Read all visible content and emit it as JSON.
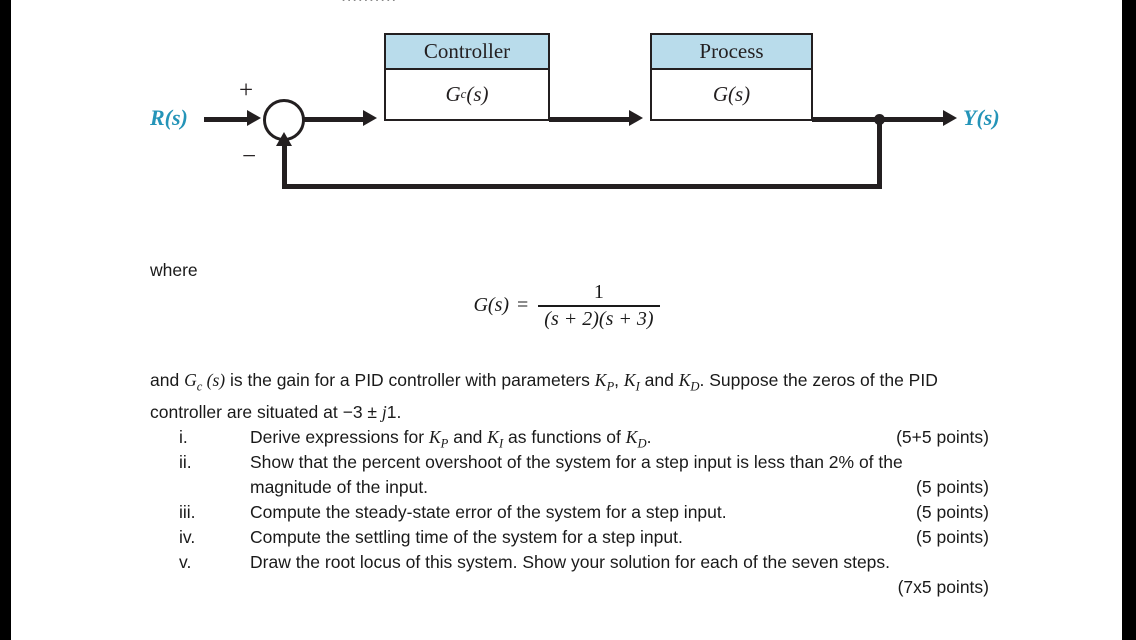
{
  "top_cropped_sliver": "..........",
  "diagram": {
    "input_label": "R(s)",
    "output_label": "Y(s)",
    "sum_plus": "+",
    "sum_minus": "−",
    "controller": {
      "header": "Controller",
      "transfer_fn": "G",
      "transfer_fn_sub": "c",
      "transfer_fn_arg": "(s)"
    },
    "process": {
      "header": "Process",
      "transfer_fn": "G",
      "transfer_fn_arg": "(s)"
    },
    "colors": {
      "block_header_fill": "#b9dceb",
      "line": "#231f20",
      "signal_label": "#2494b8"
    }
  },
  "body": {
    "where_label": "where",
    "formula": {
      "lhs": "G(s)",
      "equals": "=",
      "numerator": "1",
      "denominator_left": "(s + 2)",
      "denominator_right": "(s + 3)"
    },
    "paragraph": {
      "part1": "and ",
      "gc": "G",
      "gc_sub": "c",
      "gc_arg": " (s)",
      "part2": " is the gain for a PID controller with parameters ",
      "kp": "K",
      "kp_sub": "P",
      "comma": ", ",
      "ki": "K",
      "ki_sub": "I",
      "and": " and ",
      "kd": "K",
      "kd_sub": "D",
      "part3": ". Suppose the zeros of the PID controller are situated at −3 ± ",
      "j": "j",
      "part4": "1."
    }
  },
  "questions": [
    {
      "numeral": "i.",
      "lines": [
        {
          "pre": "Derive expressions for ",
          "sym1": "K",
          "sub1": "P",
          "mid": " and ",
          "sym2": "K",
          "sub2": "I",
          "post": " as functions of ",
          "sym3": "K",
          "sub3": "D",
          "tail": "."
        }
      ],
      "points": "(5+5 points)",
      "points_on_line": 0
    },
    {
      "numeral": "ii.",
      "lines": [
        {
          "plain": "Show that the percent overshoot of the system for a step input is less than 2% of the"
        },
        {
          "plain": "magnitude of the input."
        }
      ],
      "points": "(5 points)",
      "points_on_line": 1
    },
    {
      "numeral": "iii.",
      "lines": [
        {
          "plain": "Compute the steady-state error of the system for a step input."
        }
      ],
      "points": "(5 points)",
      "points_on_line": 0
    },
    {
      "numeral": "iv.",
      "lines": [
        {
          "plain": "Compute the settling time of the system for a step input."
        }
      ],
      "points": "(5 points)",
      "points_on_line": 0
    },
    {
      "numeral": "v.",
      "lines": [
        {
          "plain": "Draw the root locus of this system. Show your solution for each of the seven steps."
        },
        {
          "plain": ""
        }
      ],
      "points": "(7x5 points)",
      "points_on_line": 1
    }
  ]
}
